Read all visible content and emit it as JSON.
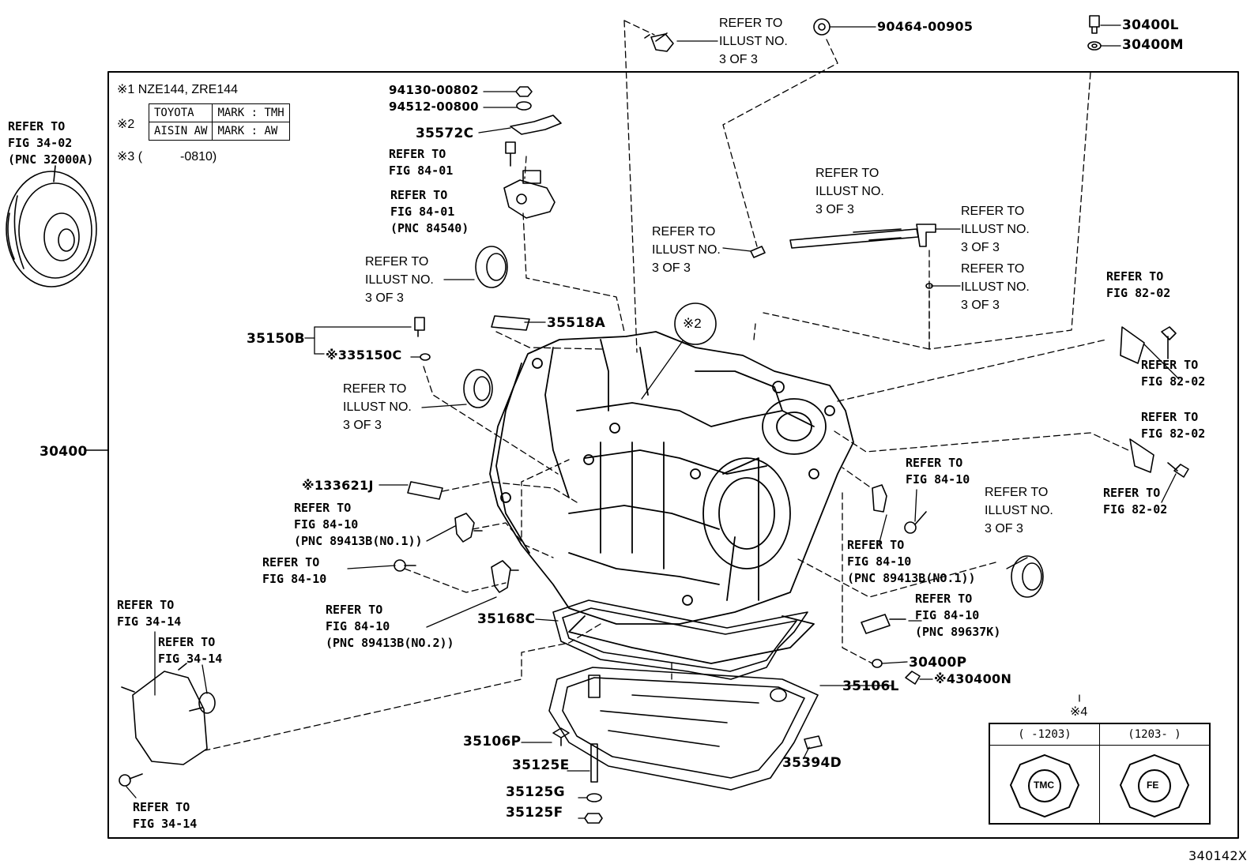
{
  "diagram_id": "340142X",
  "notes": {
    "n1": "※1 NZE144, ZRE144",
    "n2_marker": "※2",
    "n2_rows": [
      {
        "maker": "TOYOTA",
        "mark": "MARK : TMH"
      },
      {
        "maker": "AISIN AW",
        "mark": "MARK : AW"
      }
    ],
    "n3_marker": "※3 (",
    "n3_range": "-0810)"
  },
  "legend": {
    "marker": "※4",
    "left_header": "(   -1203)",
    "right_header": "(1203-   )",
    "left_mark": "TMC",
    "right_mark": "FE"
  },
  "callout_marker": "※2",
  "parts": {
    "p30400L": "30400L",
    "p30400M": "30400M",
    "p90464": "90464-00905",
    "p94130": "94130-00802",
    "p94512": "94512-00800",
    "p35572C": "35572C",
    "p35518A": "35518A",
    "p35150B": "35150B",
    "p35150C": "※335150C",
    "p30400": "30400",
    "p33621J": "※133621J",
    "p35168C": "35168C",
    "p30400P": "30400P",
    "p30400N": "※430400N",
    "p35106L": "35106L",
    "p35106P": "35106P",
    "p35125E": "35125E",
    "p35125G": "35125G",
    "p35125F": "35125F",
    "p35394D": "35394D"
  },
  "refs": {
    "r_fig3402": [
      "REFER TO",
      "FIG 34-02",
      "(PNC 32000A)"
    ],
    "r_illust_top": [
      "REFER TO",
      "ILLUST NO.",
      "3 OF 3"
    ],
    "r_fig8401a": [
      "REFER TO",
      "FIG 84-01"
    ],
    "r_fig8401b": [
      "REFER TO",
      "FIG 84-01",
      "(PNC 84540)"
    ],
    "r_illust_seal1": [
      "REFER TO",
      "ILLUST NO.",
      "3 OF 3"
    ],
    "r_illust_shaft": [
      "REFER TO",
      "ILLUST NO.",
      "3 OF 3"
    ],
    "r_illust_left": [
      "REFER TO",
      "ILLUST NO.",
      "3 OF 3"
    ],
    "r_illust_right1": [
      "REFER TO",
      "ILLUST NO.",
      "3 OF 3"
    ],
    "r_illust_right2": [
      "REFER TO",
      "ILLUST NO.",
      "3 OF 3"
    ],
    "r_illust_seal2": [
      "REFER TO",
      "ILLUST NO.",
      "3 OF 3"
    ],
    "r_illust_seal3": [
      "REFER TO",
      "ILLUST NO.",
      "3 OF 3"
    ],
    "r_fig8202a": [
      "REFER TO",
      "FIG 82-02"
    ],
    "r_fig8202b": [
      "REFER TO",
      "FIG 82-02"
    ],
    "r_fig8202c": [
      "REFER TO",
      "FIG 82-02"
    ],
    "r_fig8202d": [
      "REFER TO",
      "FIG 82-02"
    ],
    "r_fig8410a": [
      "REFER TO",
      "FIG 84-10"
    ],
    "r_fig8410b": [
      "REFER TO",
      "FIG 84-10",
      "(PNC 89413B(NO.1))"
    ],
    "r_fig8410c": [
      "REFER TO",
      "FIG 84-10",
      "(PNC 89637K)"
    ],
    "r_fig8410d": [
      "REFER TO",
      "FIG 84-10",
      "(PNC 89413B(NO.1))"
    ],
    "r_fig8410e": [
      "REFER TO",
      "FIG 84-10"
    ],
    "r_fig8410f": [
      "REFER TO",
      "FIG 84-10",
      "(PNC 89413B(NO.2))"
    ],
    "r_fig3414a": [
      "REFER TO",
      "FIG 34-14"
    ],
    "r_fig3414b": [
      "REFER TO",
      "FIG 34-14"
    ],
    "r_fig3414c": [
      "REFER TO",
      "FIG 34-14"
    ]
  }
}
